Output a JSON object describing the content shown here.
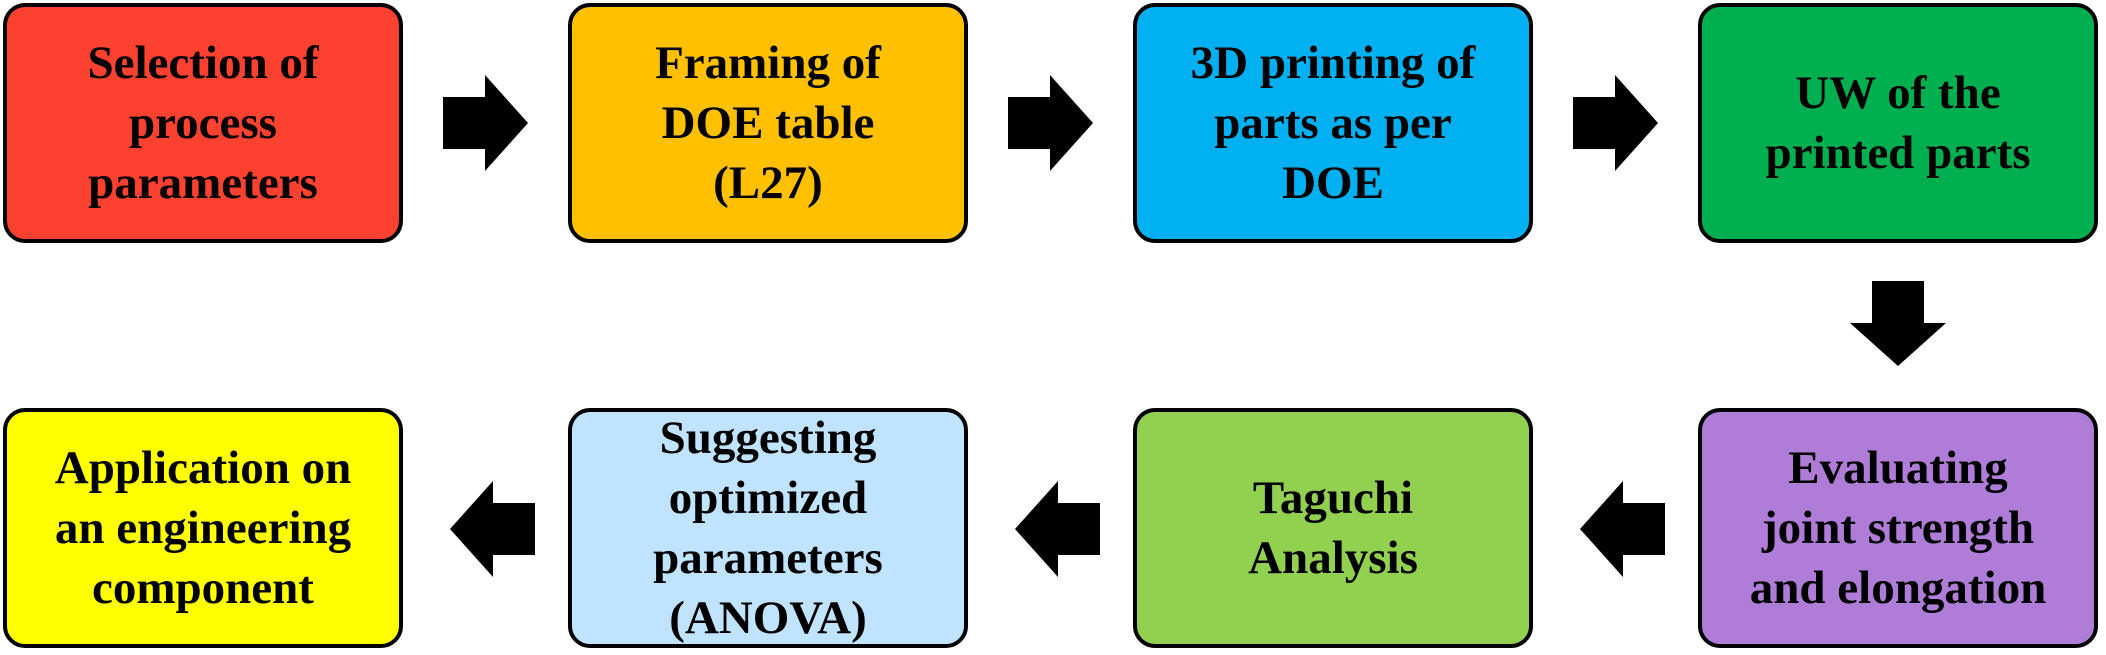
{
  "steps": [
    {
      "label": "Selection of\nprocess\nparameters",
      "color": "#FB4130"
    },
    {
      "label": "Framing of\nDOE table\n(L27)",
      "color": "#FFC000"
    },
    {
      "label": "3D printing of\nparts as per\nDOE",
      "color": "#00B0F0"
    },
    {
      "label": "UW of the\nprinted parts",
      "color": "#00B050"
    },
    {
      "label": "Evaluating\njoint strength\nand elongation",
      "color": "#AF7DD8"
    },
    {
      "label": "Taguchi\nAnalysis",
      "color": "#92D050"
    },
    {
      "label": "Suggesting\noptimized\nparameters\n(ANOVA)",
      "color": "#C0E4FF"
    },
    {
      "label": "Application on\nan engineering\ncomponent",
      "color": "#FFFF00"
    }
  ],
  "arrow_color": "#000000",
  "arrow_icon": "arrow-icon"
}
